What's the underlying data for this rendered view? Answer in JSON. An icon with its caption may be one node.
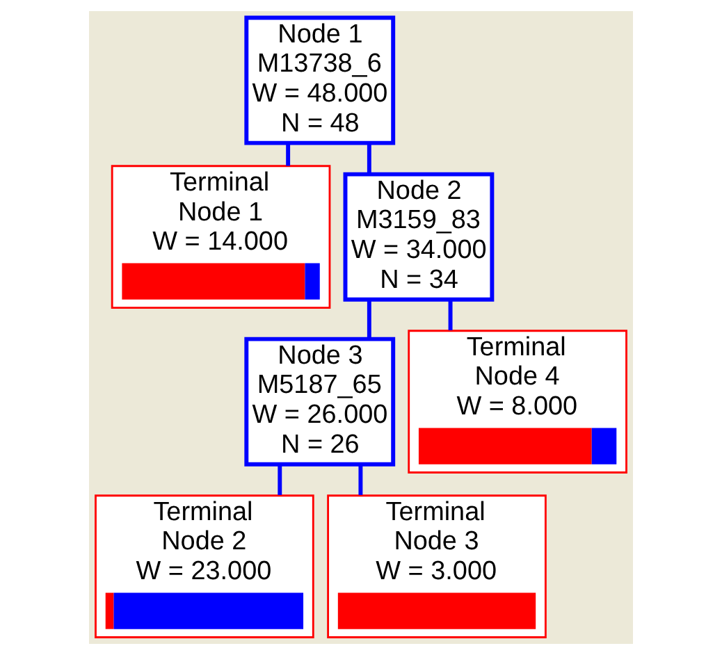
{
  "diagram": {
    "nodes": [
      {
        "text": [
          "Node 1",
          "M13738_6",
          "W = 48.000",
          "N = 48"
        ]
      },
      {
        "text": [
          "Terminal Node 1",
          "W = 14.000"
        ]
      },
      {
        "text": [
          "Node 2",
          "M3159_83",
          "W = 34.000",
          "N = 34"
        ]
      },
      {
        "text": [
          "Node 3",
          "M5187_65",
          "W = 26.000",
          "N = 26"
        ]
      },
      {
        "text": [
          "Terminal Node 4",
          "W = 8.000"
        ]
      },
      {
        "text": [
          "Terminal Node 2",
          "W = 23.000"
        ]
      },
      {
        "text": [
          "Terminal Node 3",
          "W = 3.000"
        ]
      }
    ],
    "edges": [
      {
        "from": 0,
        "to": 1,
        "arrow": "none"
      },
      {
        "from": 0,
        "to": 2,
        "arrow": "none"
      },
      {
        "from": 2,
        "to": 3,
        "arrow": "none"
      },
      {
        "from": 2,
        "to": 4,
        "arrow": "none"
      },
      {
        "from": 3,
        "to": 5,
        "arrow": "none"
      },
      {
        "from": 3,
        "to": 6,
        "arrow": "none"
      }
    ]
  }
}
